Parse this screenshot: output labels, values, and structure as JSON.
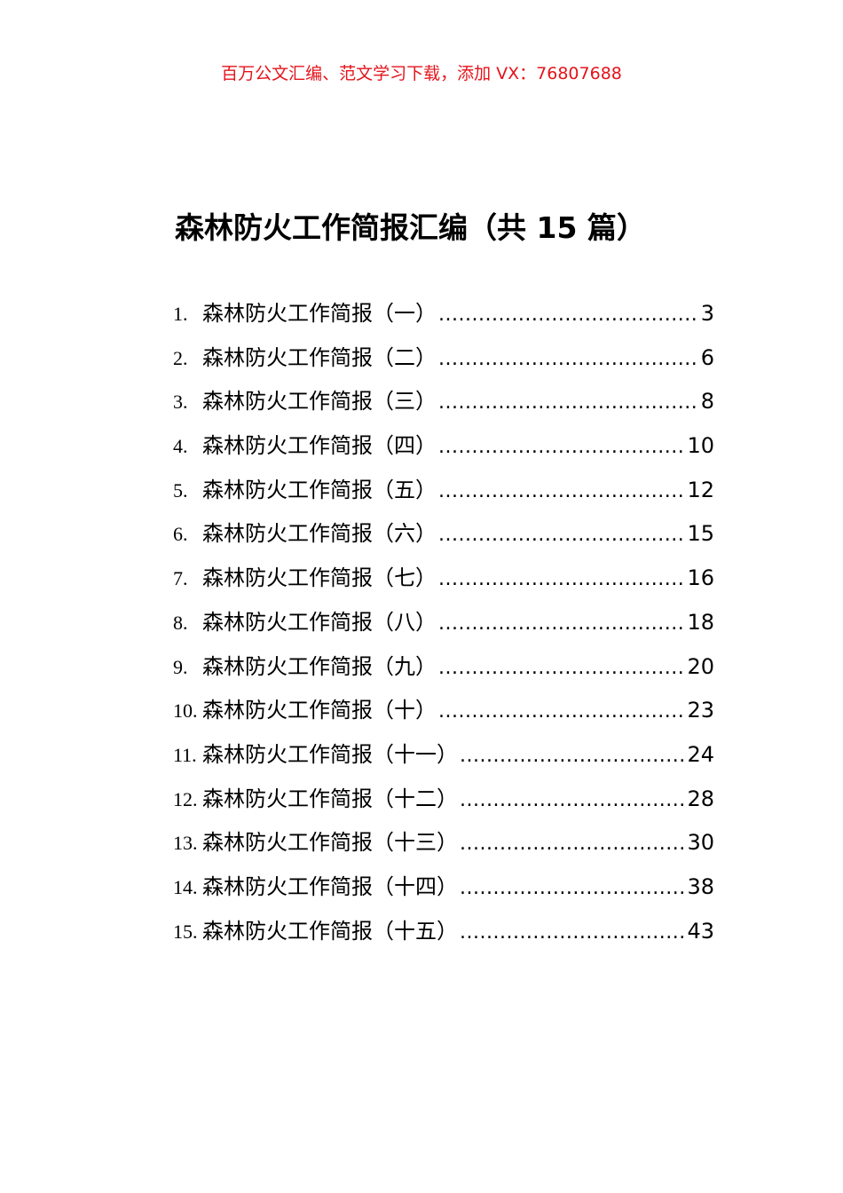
{
  "header": {
    "note": "百万公文汇编、范文学习下载，添加 VX：76807688",
    "note_color": "#e4141b"
  },
  "document": {
    "title": "森林防火工作简报汇编（共 15 篇）"
  },
  "toc": {
    "items": [
      {
        "num": "1.",
        "label": "森林防火工作简报（一）",
        "page": "3"
      },
      {
        "num": "2.",
        "label": "森林防火工作简报（二）",
        "page": "6"
      },
      {
        "num": "3.",
        "label": "森林防火工作简报（三）",
        "page": "8"
      },
      {
        "num": "4.",
        "label": "森林防火工作简报（四）",
        "page": "10"
      },
      {
        "num": "5.",
        "label": "森林防火工作简报（五）",
        "page": "12"
      },
      {
        "num": "6.",
        "label": "森林防火工作简报（六）",
        "page": "15"
      },
      {
        "num": "7.",
        "label": "森林防火工作简报（七）",
        "page": "16"
      },
      {
        "num": "8.",
        "label": "森林防火工作简报（八）",
        "page": "18"
      },
      {
        "num": "9.",
        "label": "森林防火工作简报（九）",
        "page": "20"
      },
      {
        "num": "10.",
        "label": "森林防火工作简报（十）",
        "page": "23"
      },
      {
        "num": "11.",
        "label": "森林防火工作简报（十一）",
        "page": "24"
      },
      {
        "num": "12.",
        "label": "森林防火工作简报（十二）",
        "page": "28"
      },
      {
        "num": "13.",
        "label": "森林防火工作简报（十三）",
        "page": "30"
      },
      {
        "num": "14.",
        "label": "森林防火工作简报（十四）",
        "page": "38"
      },
      {
        "num": "15.",
        "label": "森林防火工作简报（十五）",
        "page": "43"
      }
    ]
  }
}
